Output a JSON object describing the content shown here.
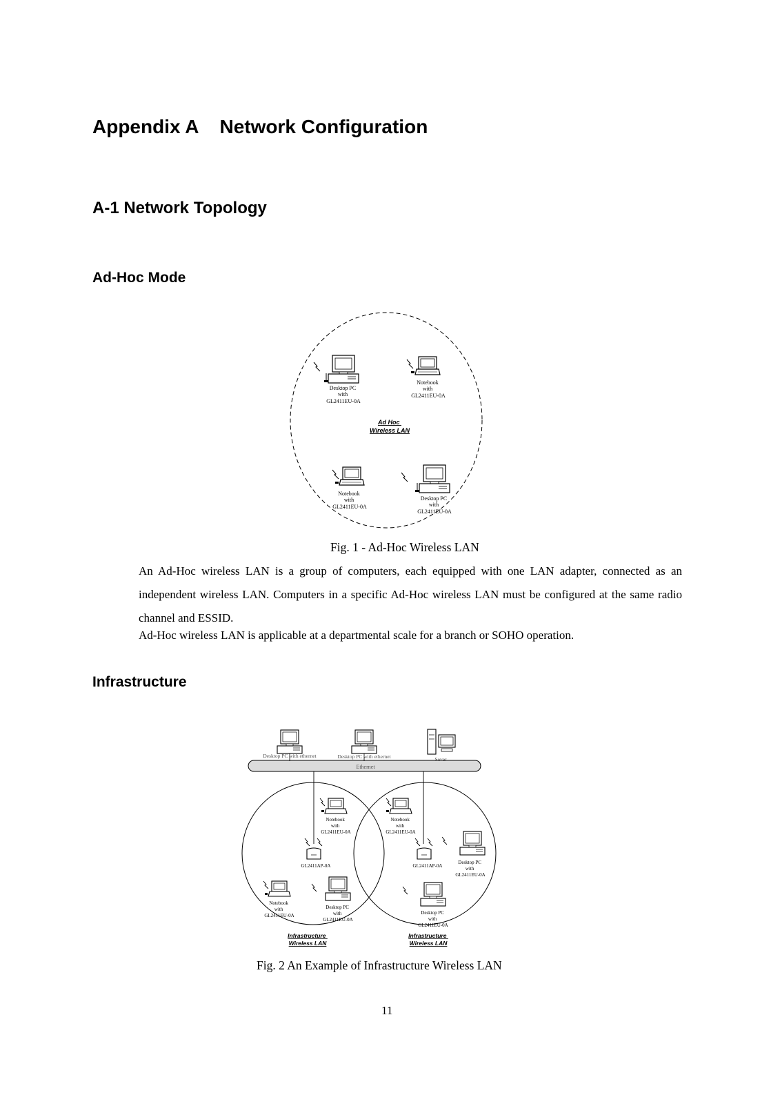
{
  "appendix": {
    "label": "Appendix A",
    "title": "Network Configuration"
  },
  "section": {
    "title": "A-1 Network Topology"
  },
  "adhoc": {
    "heading": "Ad-Hoc Mode",
    "lan_label": [
      "Ad Hoc",
      "Wireless LAN"
    ],
    "node_desktop_tl": [
      "Desktop PC",
      "with",
      "GL2411EU-0A"
    ],
    "node_notebook_tr": [
      "Notebook",
      "with",
      "GL2411EU-0A"
    ],
    "node_notebook_bl": [
      "Notebook",
      "with",
      "GL2411EU-0A"
    ],
    "node_desktop_br": [
      "Desktop PC",
      "with",
      "GL2411EU-0A"
    ],
    "caption": "Fig. 1 - Ad-Hoc Wireless LAN",
    "para1": "An Ad-Hoc wireless LAN is a group of computers, each equipped with one LAN adapter, connected as an independent wireless LAN. Computers in a specific Ad-Hoc wireless LAN must be configured at the same radio channel and ESSID.",
    "para2": "Ad-Hoc wireless LAN is applicable at a departmental scale for a branch or SOHO operation."
  },
  "infra": {
    "heading": "Infrastructure",
    "desktop_ethernet_1": "Desktop PC with ethernet",
    "desktop_ethernet_2": "Desktop PC with ethernet",
    "server": "Sever",
    "ethernet": "Ethernet",
    "left_notebook_top": [
      "Notebook",
      "with",
      "GL2411EU-0A"
    ],
    "right_notebook_top": [
      "Notebook",
      "with",
      "GL2411EU-0A"
    ],
    "left_ap": "GL2411AP-0A",
    "right_ap": "GL2411AP-0A",
    "right_desktop_mid": [
      "Desktop PC",
      "with",
      "GL2411EU-0A"
    ],
    "left_notebook_bottom": [
      "Notebook",
      "with",
      "GL2411EU-0A"
    ],
    "left_desktop_bottom": [
      "Desktop PC",
      "with",
      "GL2411EU-0A"
    ],
    "right_desktop_bottom": [
      "Desktop PC",
      "with",
      "GL2411EU-0A"
    ],
    "left_lan_label": [
      "Infrastructure",
      "Wireless LAN"
    ],
    "right_lan_label": [
      "Infrastructure",
      "Wireless LAN"
    ],
    "caption": "Fig. 2 An Example of Infrastructure Wireless LAN"
  },
  "page_number": "11"
}
